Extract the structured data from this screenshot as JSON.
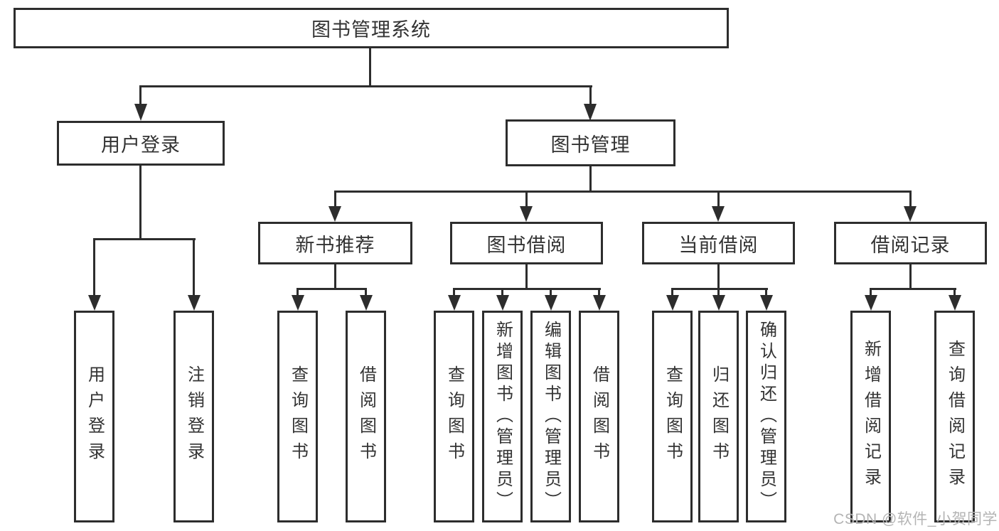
{
  "diagram": {
    "root": "图书管理系统",
    "user_branch": {
      "label": "用户登录",
      "children": [
        "用户登录",
        "注销登录"
      ]
    },
    "book_branch": {
      "label": "图书管理",
      "sections": [
        {
          "label": "新书推荐",
          "children": [
            "查询图书",
            "借阅图书"
          ]
        },
        {
          "label": "图书借阅",
          "children": [
            "查询图书",
            "新增图书（管理员）",
            "编辑图书（管理员）",
            "借阅图书"
          ]
        },
        {
          "label": "当前借阅",
          "children": [
            "查询图书",
            "归还图书",
            "确认归还（管理员）"
          ]
        },
        {
          "label": "借阅记录",
          "children": [
            "新增借阅记录",
            "查询借阅记录"
          ]
        }
      ]
    }
  },
  "watermark": "CSDN @软件_小贺同学",
  "colors": {
    "line": "#2d2d2d",
    "text": "#333333",
    "background": "#ffffff",
    "watermark": "#b4b4b4"
  }
}
